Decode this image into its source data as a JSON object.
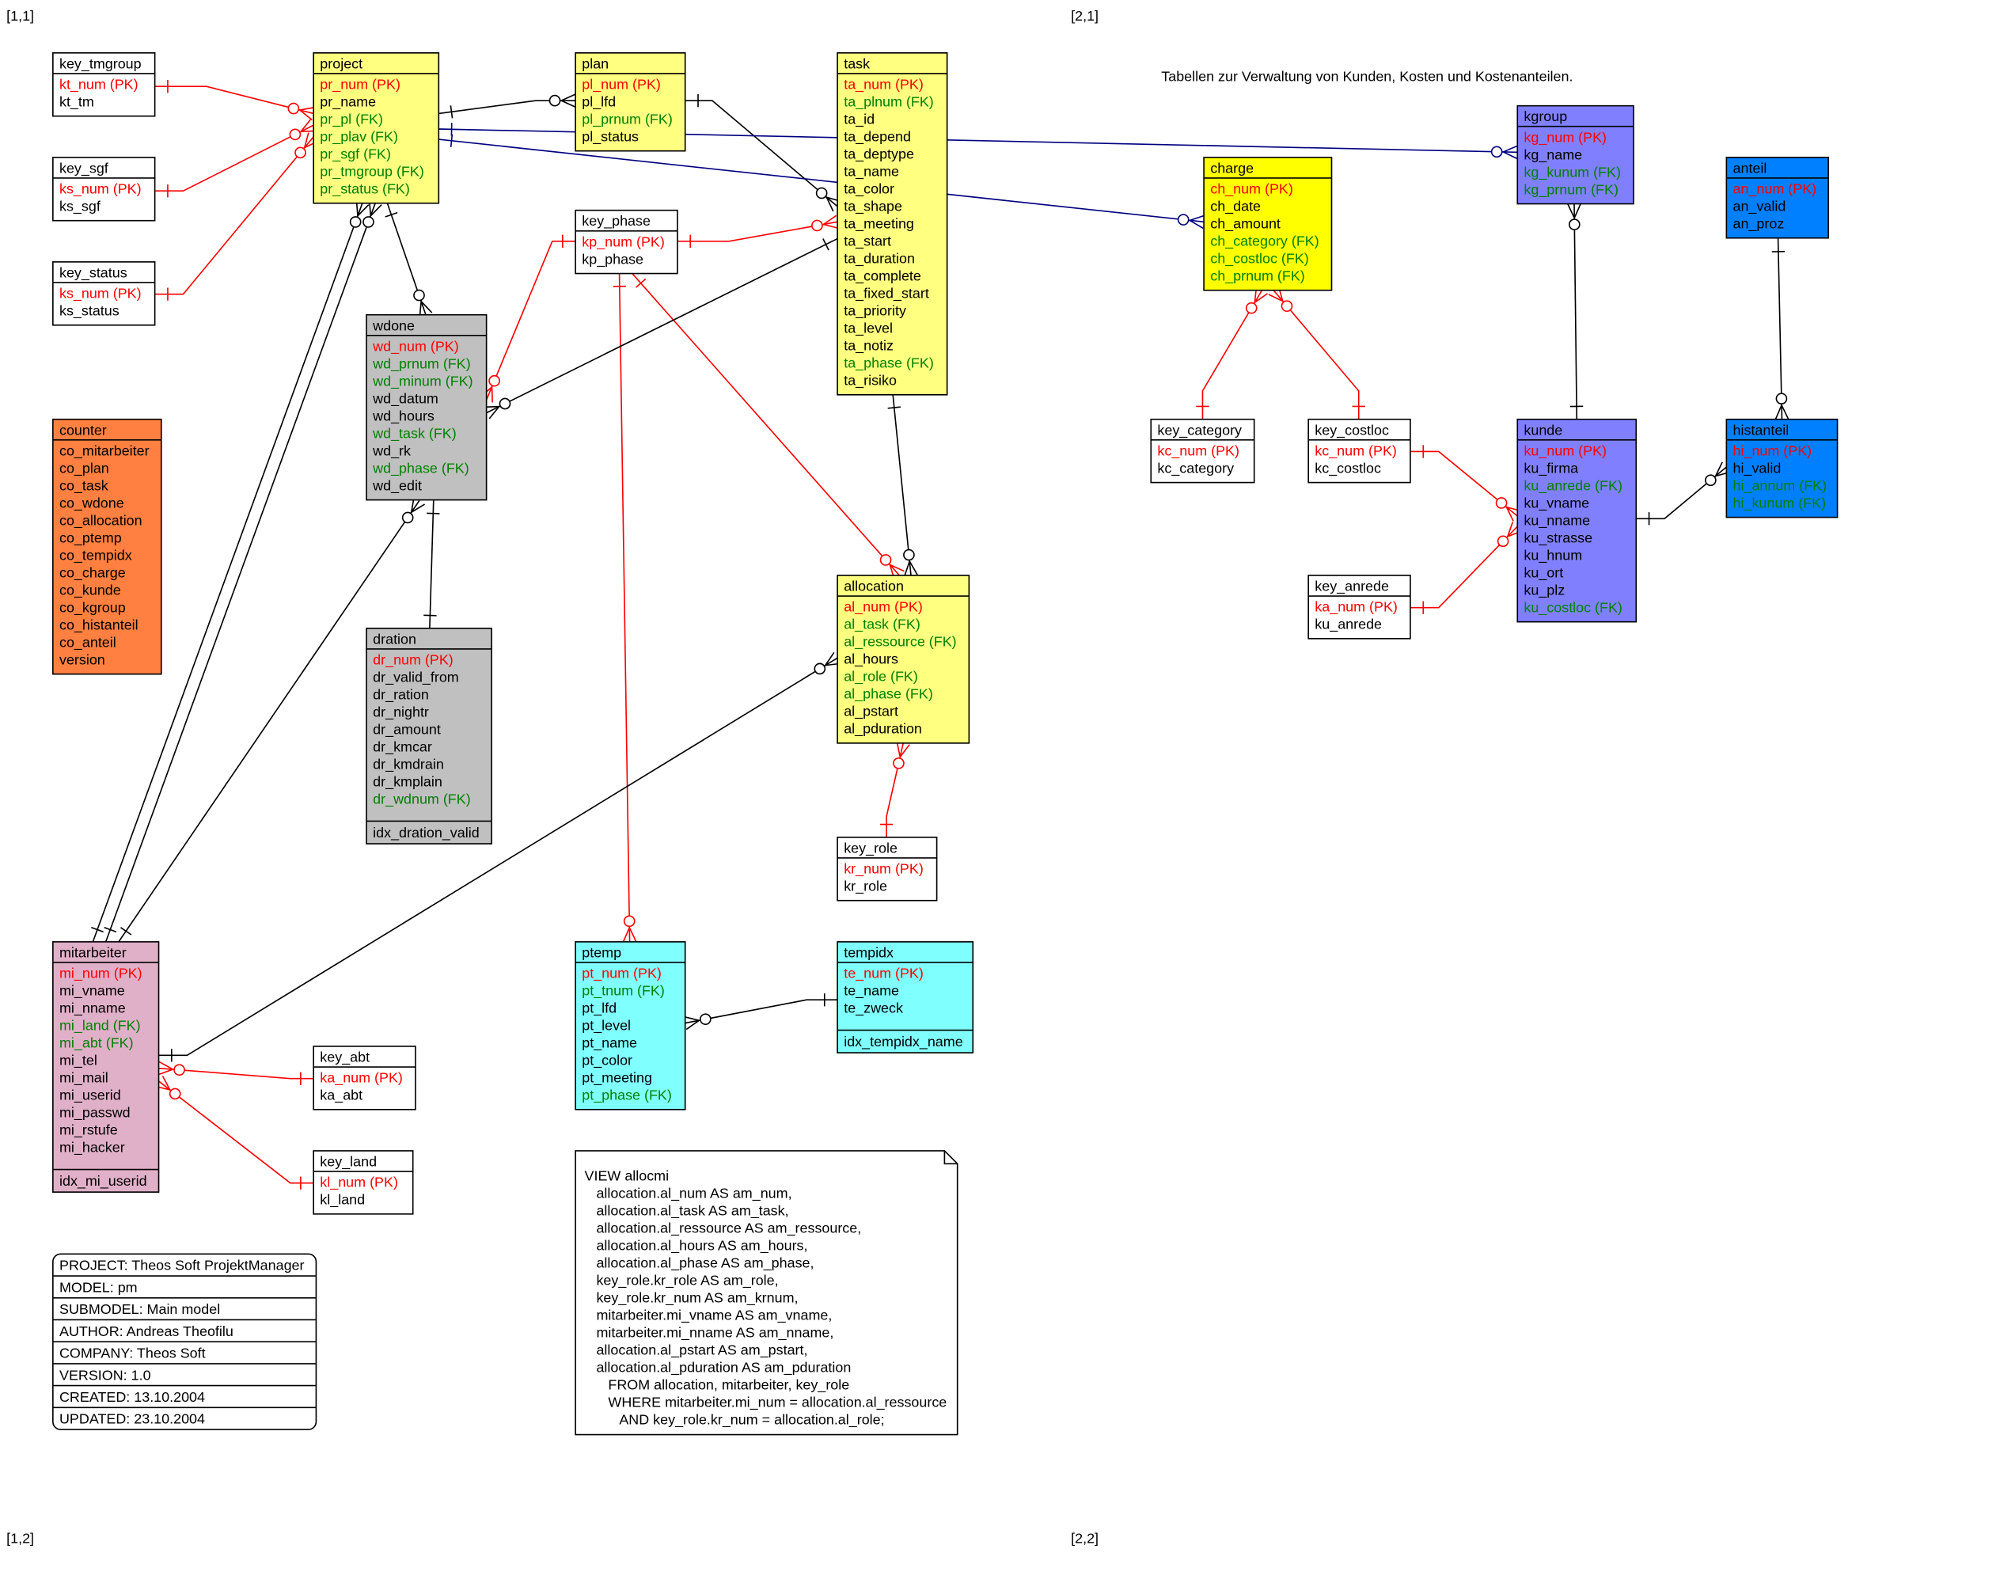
{
  "sheet_labels": {
    "top_left": "[1,1]",
    "top_right": "[2,1]",
    "bottom_left": "[1,2]",
    "bottom_right": "[2,2]"
  },
  "note": "Tabellen zur Verwaltung von Kunden, Kosten und Kostenanteilen.",
  "colors": {
    "primary_key": "#ff0000",
    "foreign_key": "#008000",
    "text": "#000000",
    "line_lookup": "#ff0000",
    "line_default": "#000000",
    "line_blue": "#000080"
  },
  "tables": [
    {
      "title": "key_tmgroup",
      "fill": "#ffffff",
      "fields": [
        "kt_num (PK)",
        "kt_tm"
      ]
    },
    {
      "title": "key_sgf",
      "fill": "#ffffff",
      "fields": [
        "ks_num (PK)",
        "ks_sgf"
      ]
    },
    {
      "title": "key_status",
      "fill": "#ffffff",
      "fields": [
        "ks_num (PK)",
        "ks_status"
      ]
    },
    {
      "title": "project",
      "fill": "#ffff80",
      "fields": [
        "pr_num (PK)",
        "pr_name",
        "pr_pl (FK)",
        "pr_plav (FK)",
        "pr_sgf (FK)",
        "pr_tmgroup (FK)",
        "pr_status (FK)"
      ]
    },
    {
      "title": "plan",
      "fill": "#ffff80",
      "fields": [
        "pl_num (PK)",
        "pl_lfd",
        "pl_prnum (FK)",
        "pl_status"
      ]
    },
    {
      "title": "task",
      "fill": "#ffff80",
      "fields": [
        "ta_num (PK)",
        "ta_plnum (FK)",
        "ta_id",
        "ta_depend",
        "ta_deptype",
        "ta_name",
        "ta_color",
        "ta_shape",
        "ta_meeting",
        "ta_start",
        "ta_duration",
        "ta_complete",
        "ta_fixed_start",
        "ta_priority",
        "ta_level",
        "ta_notiz",
        "ta_phase (FK)",
        "ta_risiko"
      ]
    },
    {
      "title": "key_phase",
      "fill": "#ffffff",
      "fields": [
        "kp_num (PK)",
        "kp_phase"
      ]
    },
    {
      "title": "wdone",
      "fill": "#c0c0c0",
      "fields": [
        "wd_num (PK)",
        "wd_prnum (FK)",
        "wd_minum (FK)",
        "wd_datum",
        "wd_hours",
        "wd_task (FK)",
        "wd_rk",
        "wd_phase (FK)",
        "wd_edit"
      ]
    },
    {
      "title": "dration",
      "fill": "#c0c0c0",
      "fields": [
        "dr_num (PK)",
        "dr_valid_from",
        "dr_ration",
        "dr_nightr",
        "dr_amount",
        "dr_kmcar",
        "dr_kmdrain",
        "dr_kmplain",
        "dr_wdnum (FK)"
      ],
      "index": [
        "idx_dration_valid"
      ]
    },
    {
      "title": "counter",
      "fill": "#ff8040",
      "fields": [
        "co_mitarbeiter",
        "co_plan",
        "co_task",
        "co_wdone",
        "co_allocation",
        "co_ptemp",
        "co_tempidx",
        "co_charge",
        "co_kunde",
        "co_kgroup",
        "co_histanteil",
        "co_anteil",
        "version"
      ]
    },
    {
      "title": "allocation",
      "fill": "#ffff80",
      "fields": [
        "al_num (PK)",
        "al_task (FK)",
        "al_ressource (FK)",
        "al_hours",
        "al_role (FK)",
        "al_phase (FK)",
        "al_pstart",
        "al_pduration"
      ]
    },
    {
      "title": "key_role",
      "fill": "#ffffff",
      "fields": [
        "kr_num (PK)",
        "kr_role"
      ]
    },
    {
      "title": "mitarbeiter",
      "fill": "#e0b0c8",
      "fields": [
        "mi_num (PK)",
        "mi_vname",
        "mi_nname",
        "mi_land (FK)",
        "mi_abt (FK)",
        "mi_tel",
        "mi_mail",
        "mi_userid",
        "mi_passwd",
        "mi_rstufe",
        "mi_hacker"
      ],
      "index": [
        "idx_mi_userid"
      ]
    },
    {
      "title": "key_abt",
      "fill": "#ffffff",
      "fields": [
        "ka_num (PK)",
        "ka_abt"
      ]
    },
    {
      "title": "key_land",
      "fill": "#ffffff",
      "fields": [
        "kl_num (PK)",
        "kl_land"
      ]
    },
    {
      "title": "ptemp",
      "fill": "#80ffff",
      "fields": [
        "pt_num (PK)",
        "pt_tnum (FK)",
        "pt_lfd",
        "pt_level",
        "pt_name",
        "pt_color",
        "pt_meeting",
        "pt_phase (FK)"
      ]
    },
    {
      "title": "tempidx",
      "fill": "#80ffff",
      "fields": [
        "te_num (PK)",
        "te_name",
        "te_zweck"
      ],
      "index": [
        "idx_tempidx_name"
      ]
    },
    {
      "title": "charge",
      "fill": "#ffff00",
      "fields": [
        "ch_num (PK)",
        "ch_date",
        "ch_amount",
        "ch_category (FK)",
        "ch_costloc (FK)",
        "ch_prnum (FK)"
      ]
    },
    {
      "title": "kgroup",
      "fill": "#8080ff",
      "fields": [
        "kg_num (PK)",
        "kg_name",
        "kg_kunum (FK)",
        "kg_prnum (FK)"
      ]
    },
    {
      "title": "anteil",
      "fill": "#0080ff",
      "fields": [
        "an_num (PK)",
        "an_valid",
        "an_proz"
      ]
    },
    {
      "title": "key_category",
      "fill": "#ffffff",
      "fields": [
        "kc_num (PK)",
        "kc_category"
      ]
    },
    {
      "title": "key_costloc",
      "fill": "#ffffff",
      "fields": [
        "kc_num (PK)",
        "kc_costloc"
      ]
    },
    {
      "title": "kunde",
      "fill": "#8080ff",
      "fields": [
        "ku_num (PK)",
        "ku_firma",
        "ku_anrede (FK)",
        "ku_vname",
        "ku_nname",
        "ku_strasse",
        "ku_hnum",
        "ku_ort",
        "ku_plz",
        "ku_costloc (FK)"
      ]
    },
    {
      "title": "histanteil",
      "fill": "#0080ff",
      "fields": [
        "hi_num (PK)",
        "hi_valid",
        "hi_annum (FK)",
        "hi_kunum (FK)"
      ]
    },
    {
      "title": "key_anrede",
      "fill": "#ffffff",
      "fields": [
        "ka_num (PK)",
        "ku_anrede"
      ]
    }
  ],
  "model_info": {
    "rows": [
      "PROJECT: Theos Soft ProjektManager",
      "MODEL: pm",
      "SUBMODEL: Main model",
      "AUTHOR: Andreas Theofilu",
      "COMPANY: Theos Soft",
      "VERSION: 1.0",
      "CREATED: 13.10.2004",
      "UPDATED: 23.10.2004"
    ]
  },
  "view": {
    "lines": [
      "VIEW allocmi",
      "   allocation.al_num AS am_num,",
      "   allocation.al_task AS am_task,",
      "   allocation.al_ressource AS am_ressource,",
      "   allocation.al_hours AS am_hours,",
      "   allocation.al_phase AS am_phase,",
      "   key_role.kr_role AS am_role,",
      "   key_role.kr_num AS am_krnum,",
      "   mitarbeiter.mi_vname AS am_vname,",
      "   mitarbeiter.mi_nname AS am_nname,",
      "   allocation.al_pstart AS am_pstart,",
      "   allocation.al_pduration AS am_pduration",
      "      FROM allocation, mitarbeiter, key_role",
      "      WHERE mitarbeiter.mi_num = allocation.al_ressource",
      "         AND key_role.kr_num = allocation.al_role;"
    ]
  }
}
